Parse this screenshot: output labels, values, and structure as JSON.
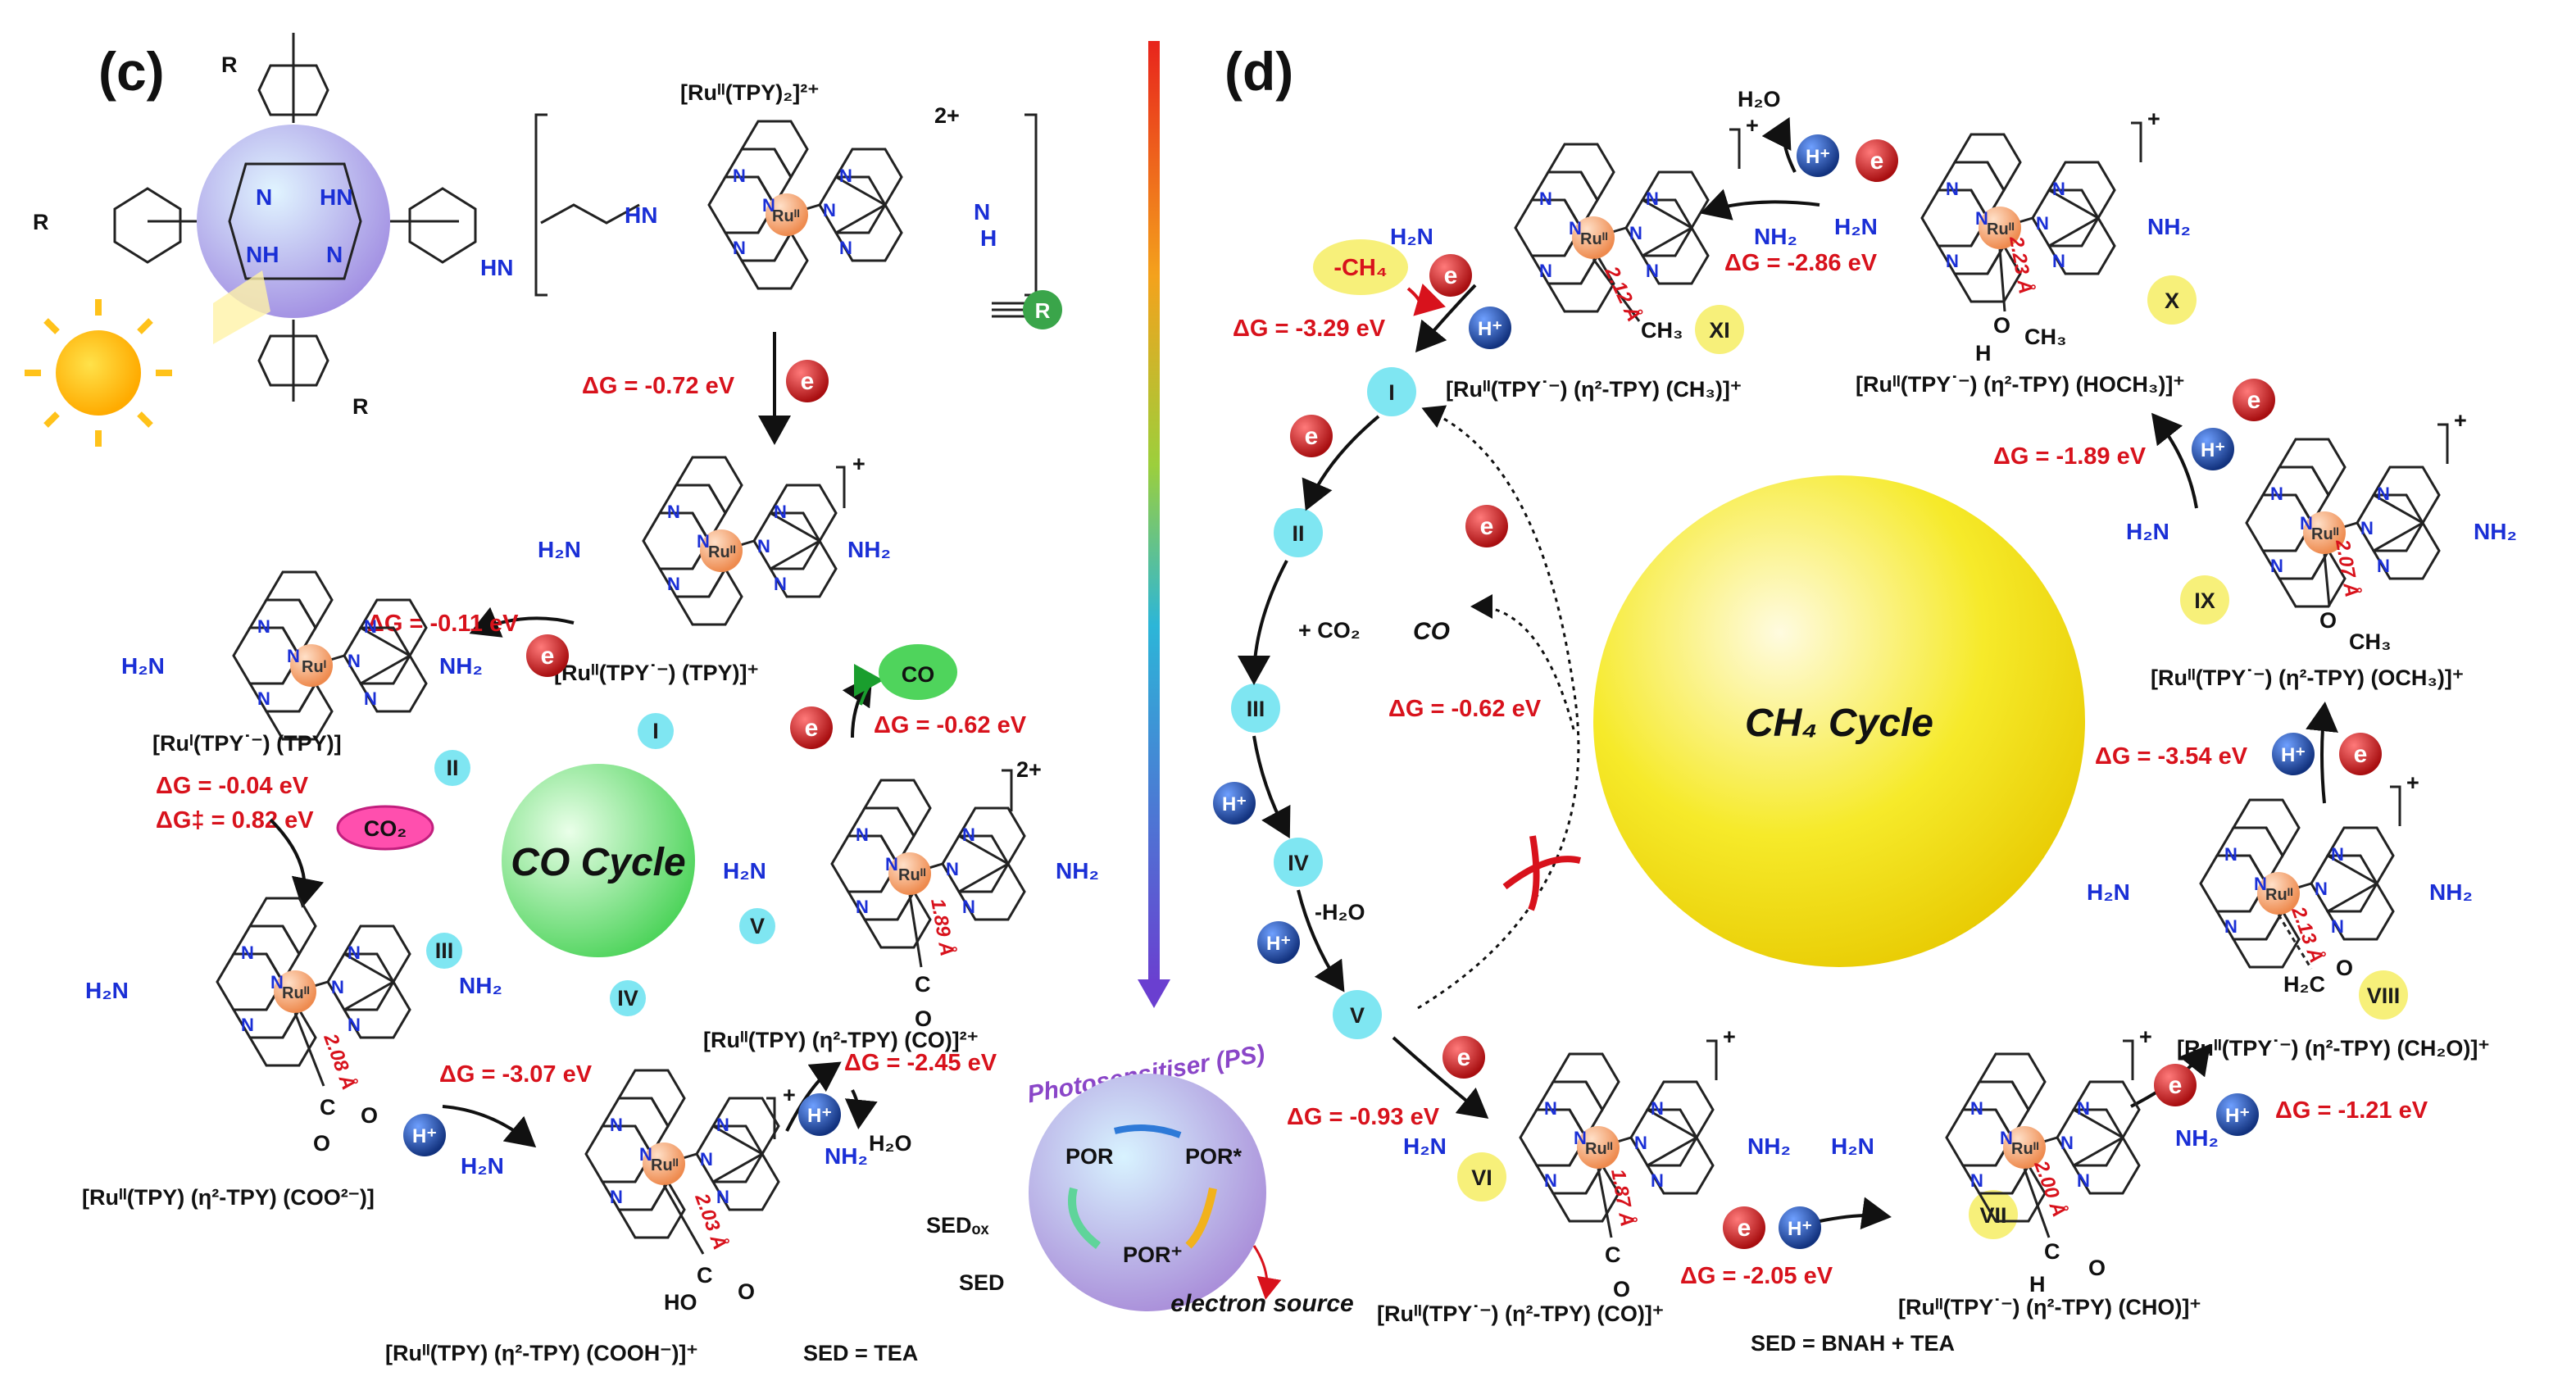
{
  "panels": {
    "c": "(c)",
    "d": "(d)"
  },
  "colors": {
    "energy": "#d8121c",
    "ru": "#f0a070",
    "co_sphere": "#6fe07a",
    "ch4_sphere": "#f3e51a",
    "roman_cyan": "#7fe6f2",
    "roman_yellow": "#f7f07a",
    "arrow_top": "#e8241c",
    "arrow_bottom": "#6a3fd0"
  },
  "icons": {
    "electron": "e",
    "proton": "H⁺"
  },
  "panel_c": {
    "top_complex": "[Ruᴵᴵ(TPY)₂]²⁺",
    "charge_2plus": "2+",
    "charge_plus": "+",
    "r_label": "R",
    "amine_labels": {
      "hn": "HN",
      "nh": "N",
      "h": "H"
    },
    "nh2": "NH₂",
    "h2n": "H₂N",
    "ru_ii": "Ruᴵᴵ",
    "ru_i": "Ruᴵ",
    "dg1": "ΔG = -0.72 eV",
    "dg2": "ΔG = -0.11 eV",
    "dg3": "ΔG = -0.04 eV",
    "dg3b": "ΔG‡ = 0.82 eV",
    "dg4": "ΔG = -3.07 eV",
    "dg5": "ΔG = -2.45 eV",
    "dg6": "ΔG = -0.62 eV",
    "name_I": "[Ruᴵᴵ(TPY˙⁻) (TPY)]⁺",
    "name_II": "[Ruᴵ(TPY˙⁻) (TPY)]",
    "name_III": "[Ruᴵᴵ(TPY) (η²-TPY) (COO²⁻)]",
    "name_IV": "[Ruᴵᴵ(TPY) (η²-TPY) (COOH⁻)]⁺",
    "name_V": "[Ruᴵᴵ(TPY) (η²-TPY) (CO)]²⁺",
    "co2": "CO₂",
    "co": "CO",
    "h2o": "H₂O",
    "cycle": "CO Cycle",
    "roman": [
      "I",
      "II",
      "III",
      "IV",
      "V"
    ],
    "bond_III": "2.08 Å",
    "bond_IV": "2.03 Å",
    "bond_V": "1.89 Å",
    "sed": "SED = TEA",
    "ps_title": "Photosensitiser (PS)",
    "por": "POR",
    "por_star": "POR*",
    "por_plus": "POR⁺",
    "sed_ox": "SEDₒₓ",
    "sed_label": "SED",
    "electron_source": "electron source"
  },
  "panel_d": {
    "dg_a": "ΔG = -3.29 eV",
    "dg_b": "ΔG = -2.86 eV",
    "dg_c": "ΔG = -1.89 eV",
    "dg_d": "ΔG = -0.62 eV",
    "dg_e": "ΔG = -3.54 eV",
    "dg_f": "ΔG = -0.93 eV",
    "dg_g": "ΔG = -2.05 eV",
    "dg_h": "ΔG = -1.21 eV",
    "ch4_out": "-CH₄",
    "h2o": "H₂O",
    "minus_h2o": "-H₂O",
    "plus_co2": "+ CO₂",
    "co": "CO",
    "cycle": "CH₄ Cycle",
    "name_XI": "[Ruᴵᴵ(TPY˙⁻) (η²-TPY) (CH₃)]⁺",
    "name_X": "[Ruᴵᴵ(TPY˙⁻) (η²-TPY) (HOCH₃)]⁺",
    "name_IX": "[Ruᴵᴵ(TPY˙⁻) (η²-TPY) (OCH₃)]⁺",
    "name_VIII": "[Ruᴵᴵ(TPY˙⁻) (η²-TPY) (CH₂O)]⁺",
    "name_VII": "[Ruᴵᴵ(TPY˙⁻) (η²-TPY) (CHO)]⁺",
    "name_VI": "[Ruᴵᴵ(TPY˙⁻) (η²-TPY) (CO)]⁺",
    "roman_cycle": [
      "I",
      "II",
      "III",
      "IV",
      "V"
    ],
    "roman_side": [
      "VI",
      "VII",
      "VIII",
      "IX",
      "X",
      "XI"
    ],
    "bond_XI": "2.12 Å",
    "bond_X": "2.23 Å",
    "bond_IX": "2.07 Å",
    "bond_VIII": "2.13 Å",
    "bond_VII": "2.00 Å",
    "bond_VI": "1.87 Å",
    "ch3": "CH₃",
    "h2co": "H₂C",
    "sed": "SED = BNAH + TEA"
  }
}
